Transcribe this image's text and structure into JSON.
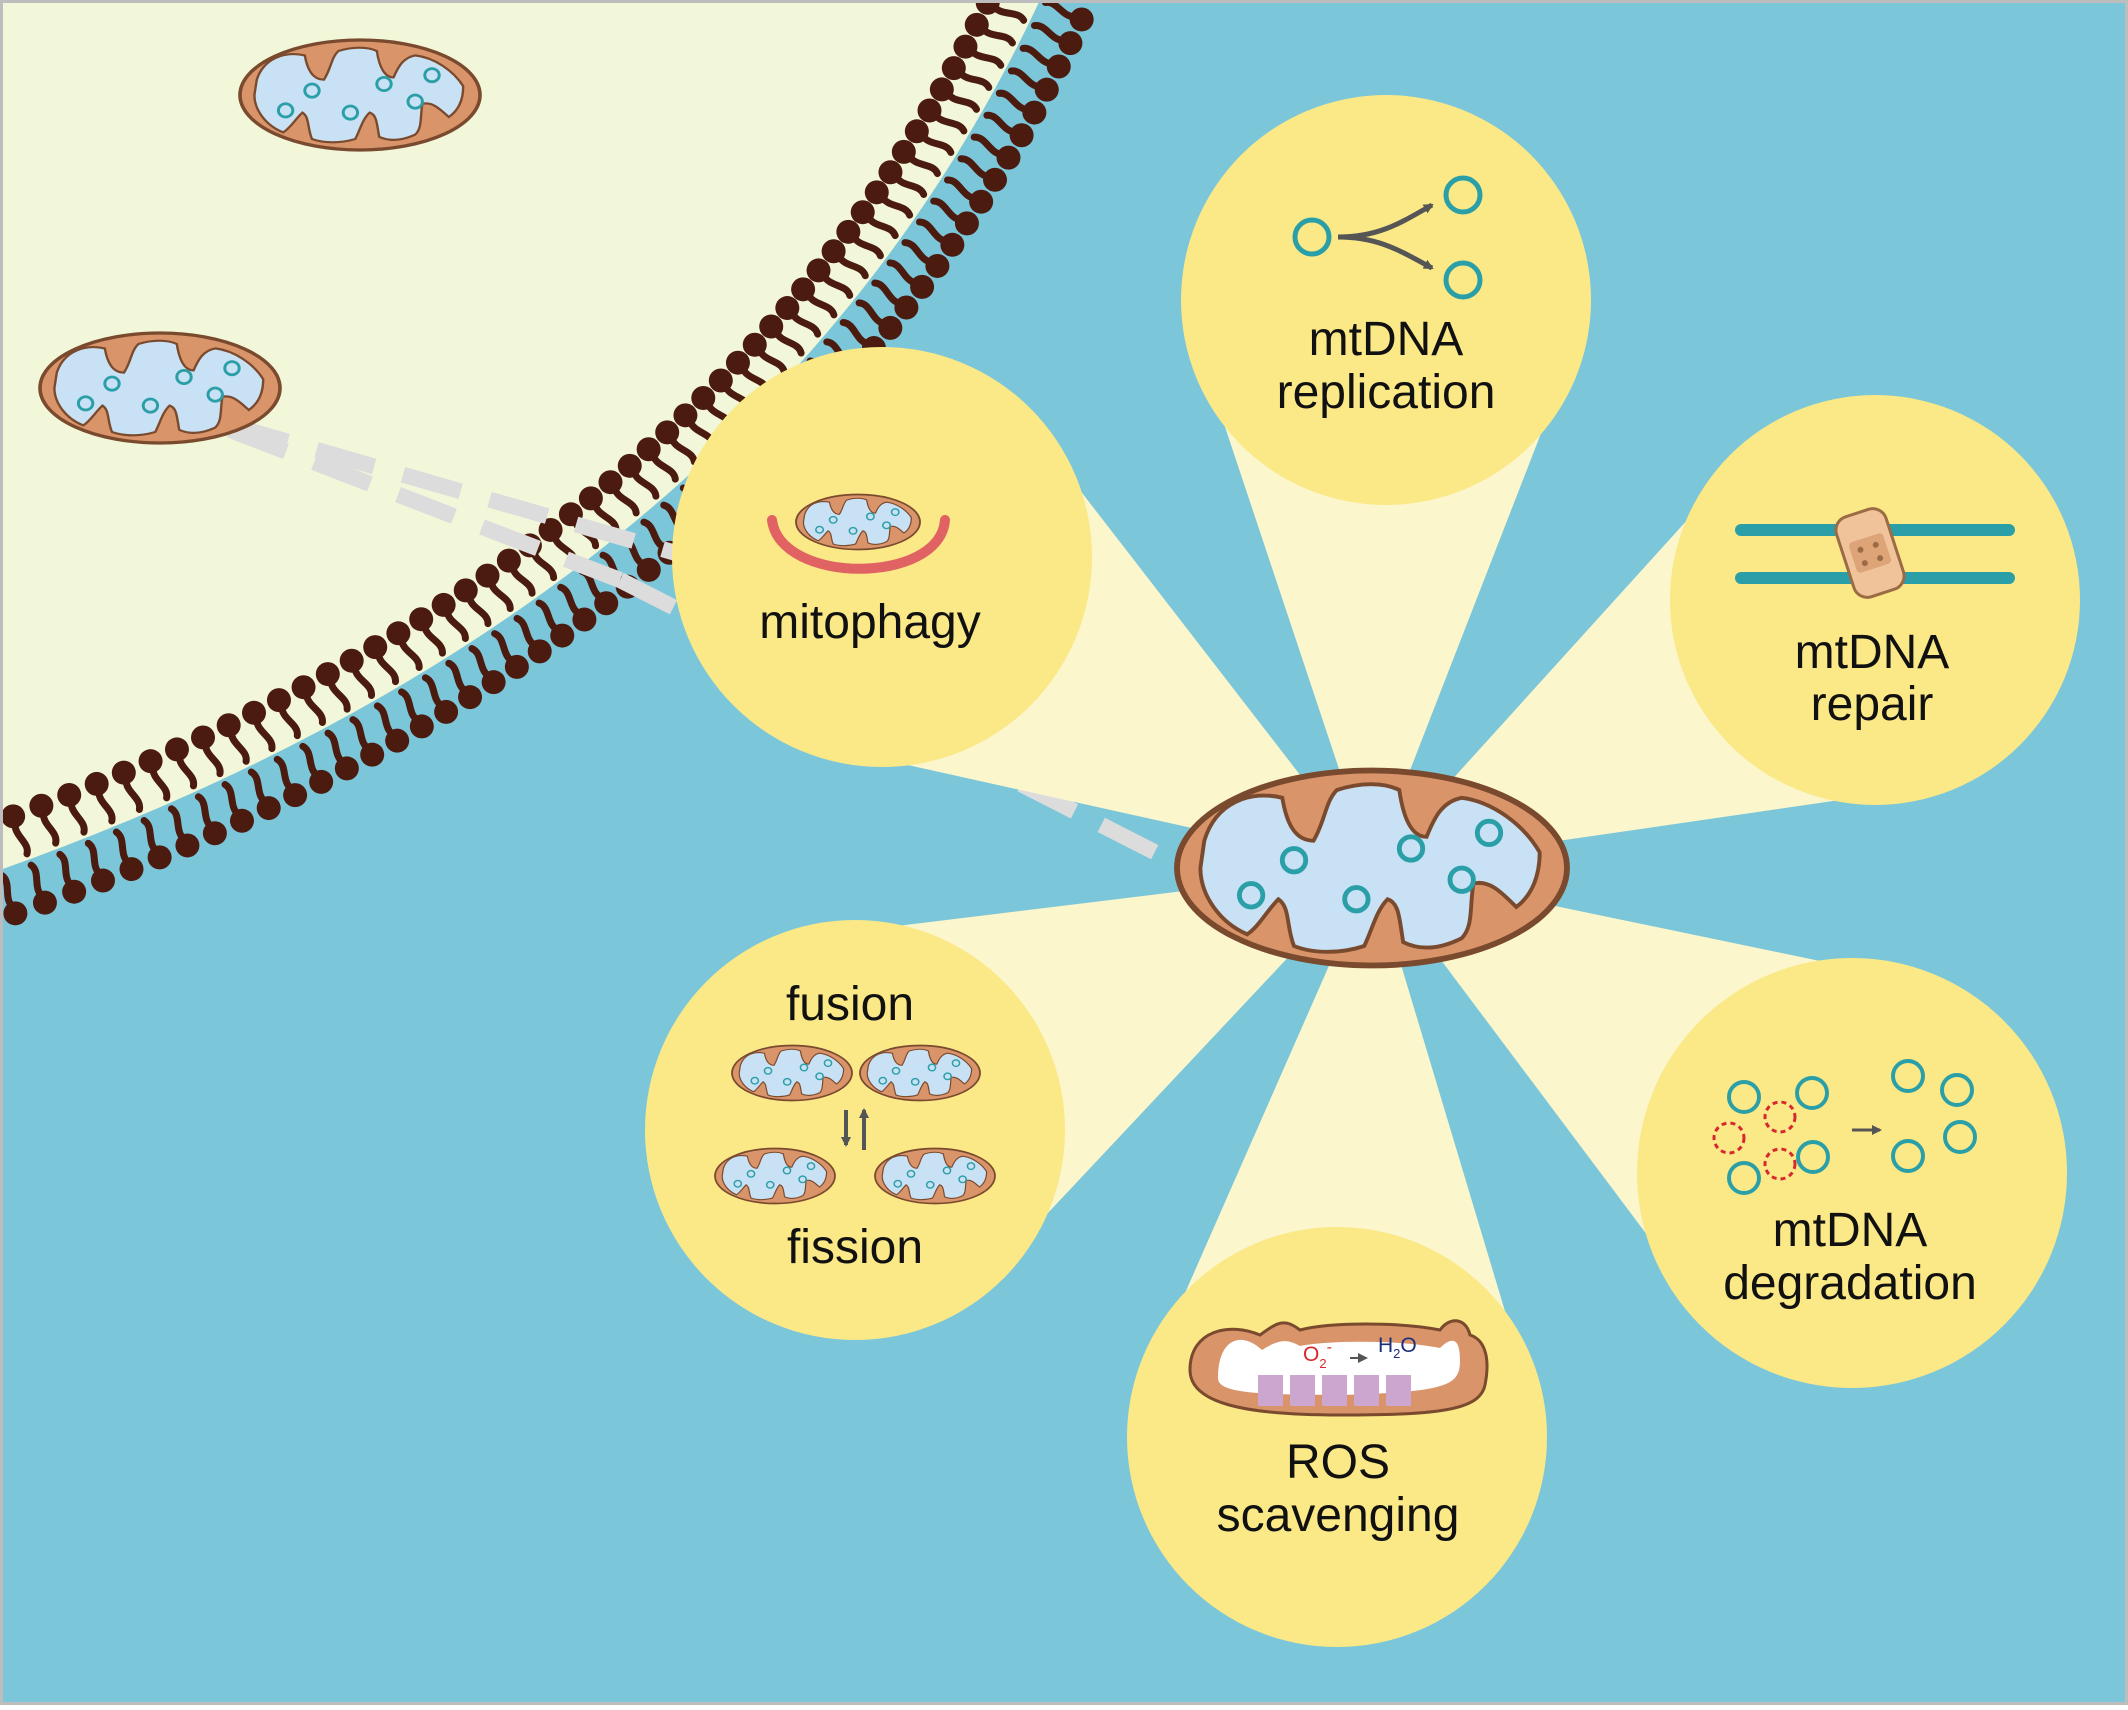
{
  "colors": {
    "background": "#7CC6DA",
    "cell_interior": "#F2F7DA",
    "membrane": "#4A1B0E",
    "node_fill": "#FBE887",
    "ray_fill": "#FBF6CC",
    "mito_outer": "#D9946A",
    "mito_inner": "#C9E1F4",
    "mtdna": "#2B9FA8",
    "damaged_mtdna": "#D8282F",
    "dashed_line": "#DCDCDC",
    "border": "#BDBDBD"
  },
  "icons": {
    "center": "mitochondrion-icon",
    "cell": "plasma-membrane-icon",
    "replication": "branching-arrow-icon",
    "repair": "dna-bandage-icon",
    "degradation": "mtdna-circles-icon",
    "ros": "electron-transport-chain-icon",
    "dynamics": "fusion-fission-icon",
    "mitophagy": "phagophore-icon"
  },
  "nodes": {
    "replication": {
      "line1": "mtDNA",
      "line2": "replication"
    },
    "repair": {
      "line1": "mtDNA",
      "line2": "repair"
    },
    "degradation": {
      "line1": "mtDNA",
      "line2": "degradation"
    },
    "ros": {
      "line1": "ROS",
      "line2": "scavenging",
      "species": "O",
      "species_sub": "2",
      "species_sup": "-",
      "product": "H",
      "product_sub": "2",
      "product_tail": "O"
    },
    "dynamics": {
      "top": "fusion",
      "bottom": "fission"
    },
    "mitophagy": {
      "label": "mitophagy"
    }
  }
}
